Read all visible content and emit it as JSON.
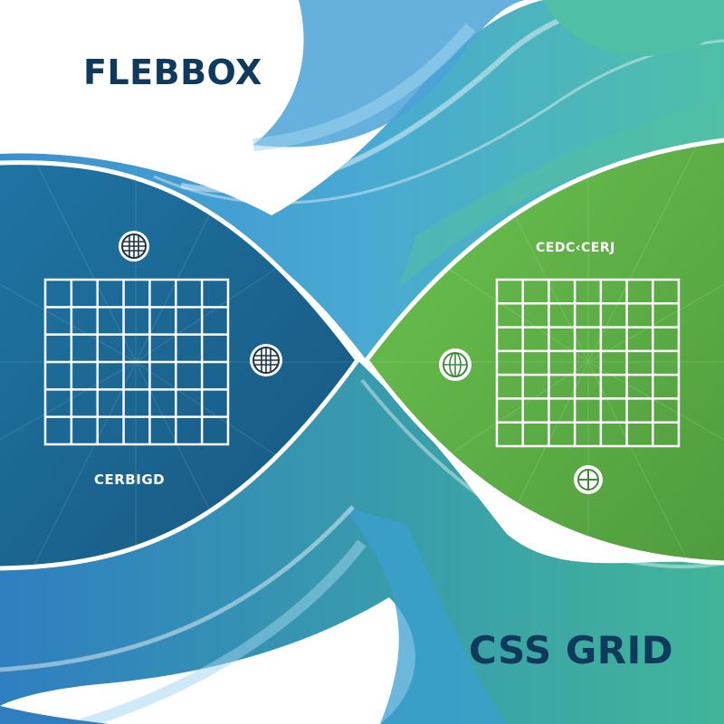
{
  "headings": {
    "flexbox": "FLEBBOX",
    "css_grid": "CSS GRID"
  },
  "panels": {
    "left_label": "CERBIGD",
    "right_label": "CEDC‹CERJ",
    "left_color": "#1e6e9a",
    "right_color": "#5cae48"
  },
  "grids": {
    "left": {
      "rows": 6,
      "cols": 7
    },
    "right": {
      "rows": 7,
      "cols": 7
    }
  },
  "icons": {
    "left_top": "globe-icon",
    "left_mid": "globe-icon",
    "right_mid": "globe-icon",
    "right_bottom": "crosshair-icon"
  },
  "colors": {
    "title": "#0f3a5c",
    "wave_blue": "#3a93cf",
    "wave_teal": "#45b9b0",
    "wave_green": "#66c18c"
  }
}
